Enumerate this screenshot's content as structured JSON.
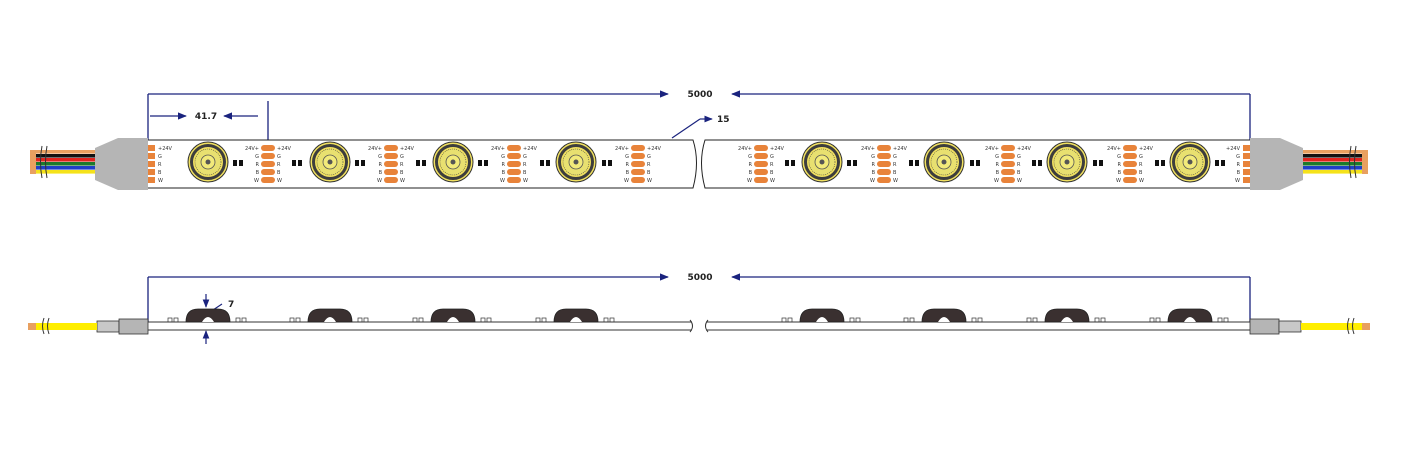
{
  "dimensions": {
    "total_length_top": "5000",
    "total_length_bottom": "5000",
    "led_pitch": "41.7",
    "strip_width": "15",
    "profile_height": "7"
  },
  "pad_labels": {
    "left_side": [
      "+24V",
      "G",
      "R",
      "B",
      "W"
    ],
    "right_side_first": [
      "24V+",
      "G",
      "R",
      "B",
      "W"
    ],
    "alt_top": "24V+"
  },
  "wire_colors": [
    "#e8a060",
    "#111111",
    "#e0231d",
    "#1c7a2c",
    "#1f3fc8",
    "#f5e21a"
  ],
  "colors": {
    "dimension_line": "#1a237e",
    "pad": "#e8833a",
    "led_outer": "#f0e060",
    "led_ring": "#3d3d3d",
    "end_cap": "#b5b5b5",
    "profile_bump": "#3a3030",
    "cable_yellow": "#ffee00"
  }
}
